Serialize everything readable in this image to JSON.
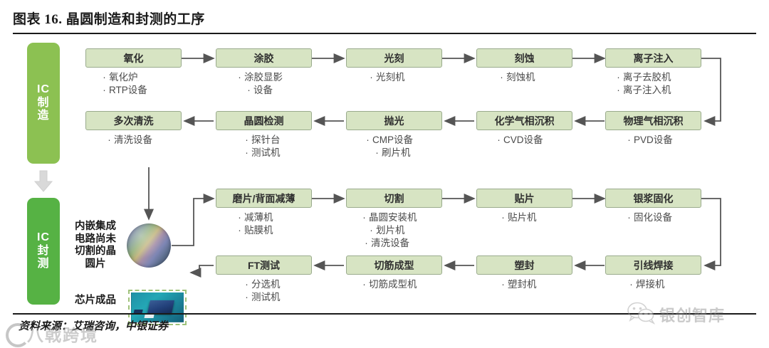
{
  "title": "图表 16. 晶圆制造和封测的工序",
  "footer": "资料来源：艾瑞咨询，中银证券",
  "colors": {
    "fab_pill": "#8cc152",
    "pkg_pill": "#56b244",
    "box_fill": "#d7e4c3",
    "box_border": "#9aab8d",
    "connector": "#555555",
    "rule": "#1a1a1a"
  },
  "side_labels": [
    {
      "id": "ic-fabrication",
      "lines": [
        "IC",
        "制",
        "造"
      ]
    },
    {
      "id": "ic-packaging-test",
      "lines": [
        "IC",
        "封",
        "测"
      ]
    }
  ],
  "middle_labels": [
    {
      "id": "wafer-caption",
      "text": "内嵌集成电路尚未切割的晶圆片"
    },
    {
      "id": "chip-caption",
      "text": "芯片成品"
    }
  ],
  "icons": {
    "down_arrow": "down-arrow-icon",
    "wafer": "wafer-disc-image",
    "chip": "chip-photo-image",
    "wechat": "wechat-logo-icon",
    "watermark_ring": "watermark-ring-icon"
  },
  "watermarks": {
    "left": "八戟跨境",
    "right": "银创智库"
  },
  "rows": [
    {
      "id": "row-1",
      "boxes": [
        {
          "title": "氧化",
          "items": [
            "氧化炉",
            "RTP设备"
          ]
        },
        {
          "title": "涂胶",
          "items": [
            "涂胶显影",
            "设备"
          ]
        },
        {
          "title": "光刻",
          "items": [
            "光刻机"
          ]
        },
        {
          "title": "刻蚀",
          "items": [
            "刻蚀机"
          ]
        },
        {
          "title": "离子注入",
          "items": [
            "离子去胶机",
            "离子注入机"
          ]
        }
      ]
    },
    {
      "id": "row-2",
      "boxes": [
        {
          "title": "多次清洗",
          "items": [
            "清洗设备"
          ]
        },
        {
          "title": "晶圆检测",
          "items": [
            "探针台",
            "测试机"
          ]
        },
        {
          "title": "抛光",
          "items": [
            "CMP设备",
            "刷片机"
          ]
        },
        {
          "title": "化学气相沉积",
          "items": [
            "CVD设备"
          ]
        },
        {
          "title": "物理气相沉积",
          "items": [
            "PVD设备"
          ]
        }
      ]
    },
    {
      "id": "row-3",
      "boxes": [
        {
          "title": "磨片/背面减薄",
          "items": [
            "减薄机",
            "贴膜机"
          ]
        },
        {
          "title": "切割",
          "items": [
            "晶圆安装机",
            "划片机",
            "清洗设备"
          ]
        },
        {
          "title": "贴片",
          "items": [
            "贴片机"
          ]
        },
        {
          "title": "银浆固化",
          "items": [
            "固化设备"
          ]
        }
      ]
    },
    {
      "id": "row-4",
      "boxes": [
        {
          "title": "FT测试",
          "items": [
            "分选机",
            "测试机"
          ]
        },
        {
          "title": "切筋成型",
          "items": [
            "切筋成型机"
          ]
        },
        {
          "title": "塑封",
          "items": [
            "塑封机"
          ]
        },
        {
          "title": "引线焊接",
          "items": [
            "焊接机"
          ]
        }
      ]
    }
  ]
}
